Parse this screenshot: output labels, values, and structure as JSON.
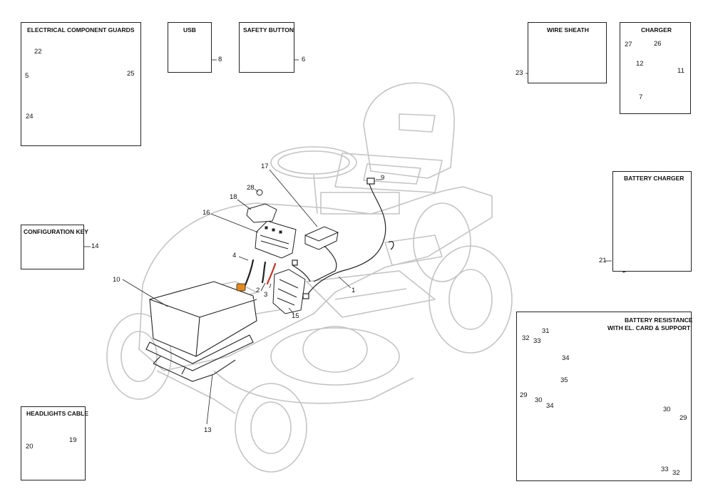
{
  "panels": {
    "electrical_guards": "ELECTRICAL COMPONENT GUARDS",
    "usb": "USB",
    "safety_button": "SAFETY BUTTON",
    "wire_sheath": "WIRE SHEATH",
    "charger": "CHARGER",
    "battery_charger": "BATTERY CHARGER",
    "configuration_key": "CONFIGURATION KEY",
    "headlights_cable": "HEADLIGHTS CABLE",
    "battery_resistance_line1": "BATTERY RESISTANCE",
    "battery_resistance_line2": "WITH EL. CARD & SUPPORT"
  },
  "callouts": {
    "guard_22": "22",
    "guard_5": "5",
    "guard_24": "24",
    "guard_25": "25",
    "usb_8": "8",
    "safety_6": "6",
    "sheath_23": "23",
    "charger_27": "27",
    "charger_26": "26",
    "charger_12": "12",
    "charger_11": "11",
    "charger_7": "7",
    "bcharger_21": "21",
    "config_14": "14",
    "head_19": "19",
    "head_20": "20",
    "main_17": "17",
    "main_9": "9",
    "main_28": "28",
    "main_18": "18",
    "main_16": "16",
    "main_4": "4",
    "main_2": "2",
    "main_3": "3",
    "main_1": "1",
    "main_15": "15",
    "main_10": "10",
    "main_13": "13",
    "bres_31": "31",
    "bres_32a": "32",
    "bres_33a": "33",
    "bres_34a": "34",
    "bres_35": "35",
    "bres_29a": "29",
    "bres_30a": "30",
    "bres_34b": "34",
    "bres_30b": "30",
    "bres_29b": "29",
    "bres_33b": "33",
    "bres_32b": "32"
  },
  "colors": {
    "line": "#222222",
    "ghost": "#c4c4c4",
    "orange": "#e08a1e",
    "red": "#c0392b"
  }
}
